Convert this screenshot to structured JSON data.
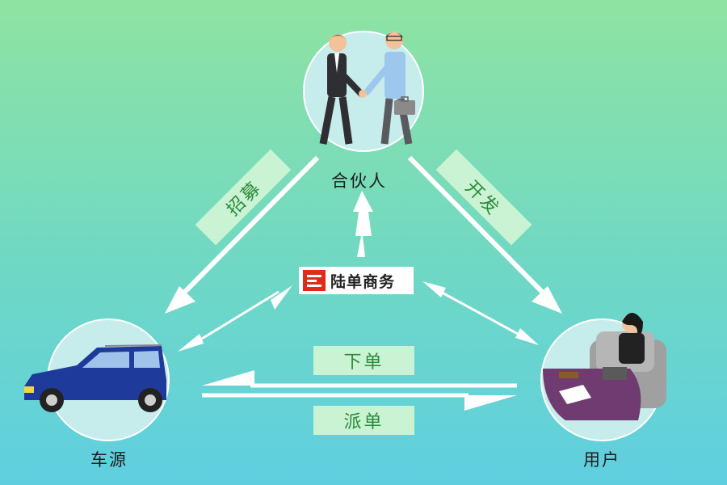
{
  "nodes": {
    "partner": "合伙人",
    "car_source": "车源",
    "user": "用户"
  },
  "center": {
    "brand": "陆单商务"
  },
  "edges": {
    "recruit": "招募",
    "develop": "开发",
    "place_order": "下单",
    "dispatch": "派单"
  },
  "colors": {
    "arrow": "#ffffff",
    "tag_bg": "#c9f3d2",
    "tag_text": "#2a8a3a",
    "logo": "#e02a1a",
    "car": "#1e3a9a"
  },
  "icons": [
    "handshake-illustration",
    "car-illustration",
    "office-woman-illustration",
    "brand-logo-icon"
  ]
}
